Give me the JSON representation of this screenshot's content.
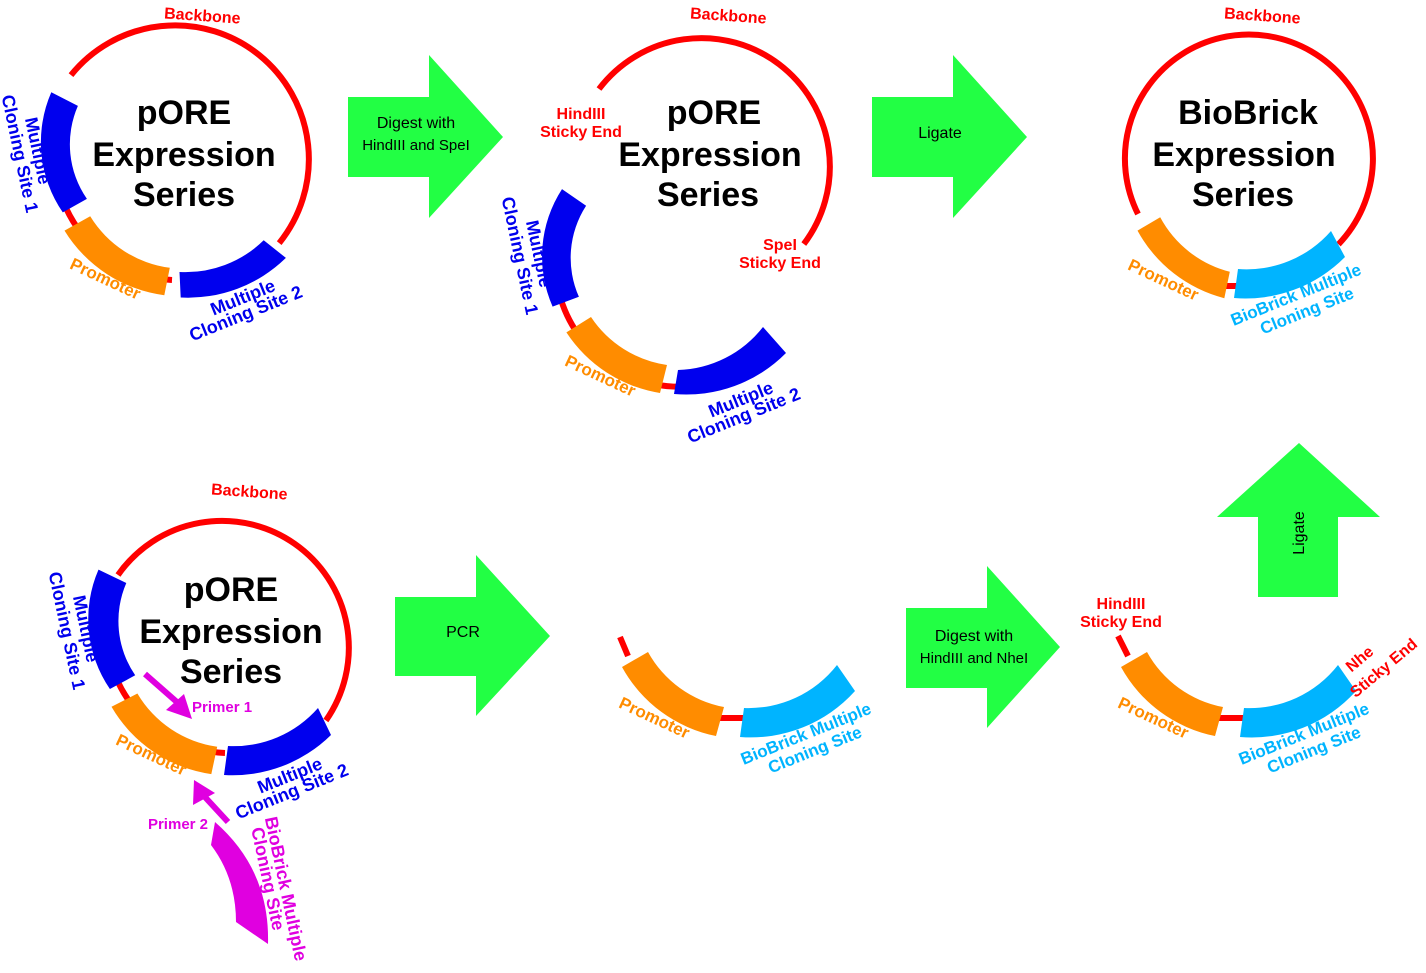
{
  "colors": {
    "backbone": "#ff0000",
    "mcs": "#0000ee",
    "biobrick_mcs": "#00b4ff",
    "promoter": "#ff8c00",
    "primer": "#e000e0",
    "arrow": "#22ff44"
  },
  "plasmid_top_left": {
    "title_line1": "pORE",
    "title_line2": "Expression",
    "title_line3": "Series",
    "backbone": "Backbone",
    "mcs1_line1": "Multiple",
    "mcs1_line2": "Cloning Site 1",
    "promoter": "Promoter",
    "mcs2_line1": "Multiple",
    "mcs2_line2": "Cloning Site 2"
  },
  "arrow_digest1": {
    "line1": "Digest with",
    "line2": "HindIII and SpeI"
  },
  "plasmid_top_middle": {
    "title_line1": "pORE",
    "title_line2": "Expression",
    "title_line3": "Series",
    "backbone": "Backbone",
    "hind_line1": "HindIII",
    "hind_line2": "Sticky End",
    "spe_line1": "SpeI",
    "spe_line2": "Sticky End",
    "mcs1_line1": "Multiple",
    "mcs1_line2": "Cloning Site 1",
    "promoter": "Promoter",
    "mcs2_line1": "Multiple",
    "mcs2_line2": "Cloning Site 2"
  },
  "arrow_ligate1": {
    "label": "Ligate"
  },
  "plasmid_top_right": {
    "title_line1": "BioBrick",
    "title_line2": "Expression",
    "title_line3": "Series",
    "backbone": "Backbone",
    "promoter": "Promoter",
    "bb_line1": "BioBrick Multiple",
    "bb_line2": "Cloning Site"
  },
  "plasmid_bottom_left": {
    "title_line1": "pORE",
    "title_line2": "Expression",
    "title_line3": "Series",
    "backbone": "Backbone",
    "mcs1_line1": "Multiple",
    "mcs1_line2": "Cloning Site 1",
    "primer1": "Primer 1",
    "primer2": "Primer 2",
    "promoter": "Promoter",
    "mcs2_line1": "Multiple",
    "mcs2_line2": "Cloning Site 2",
    "bb_line1": "BioBrick Multiple",
    "bb_line2": "Cloning Site"
  },
  "arrow_pcr": {
    "label": "PCR"
  },
  "fragment_pcr": {
    "promoter": "Promoter",
    "bb_line1": "BioBrick Multiple",
    "bb_line2": "Cloning Site"
  },
  "arrow_digest2": {
    "line1": "Digest with",
    "line2": "HindIII and NheI"
  },
  "fragment_digested": {
    "hind_line1": "HindIII",
    "hind_line2": "Sticky End",
    "nhe_line1": "Nhe",
    "nhe_line2": "Sticky End",
    "promoter": "Promoter",
    "bb_line1": "BioBrick Multiple",
    "bb_line2": "Cloning Site"
  },
  "arrow_ligate2": {
    "label": "Ligate"
  }
}
